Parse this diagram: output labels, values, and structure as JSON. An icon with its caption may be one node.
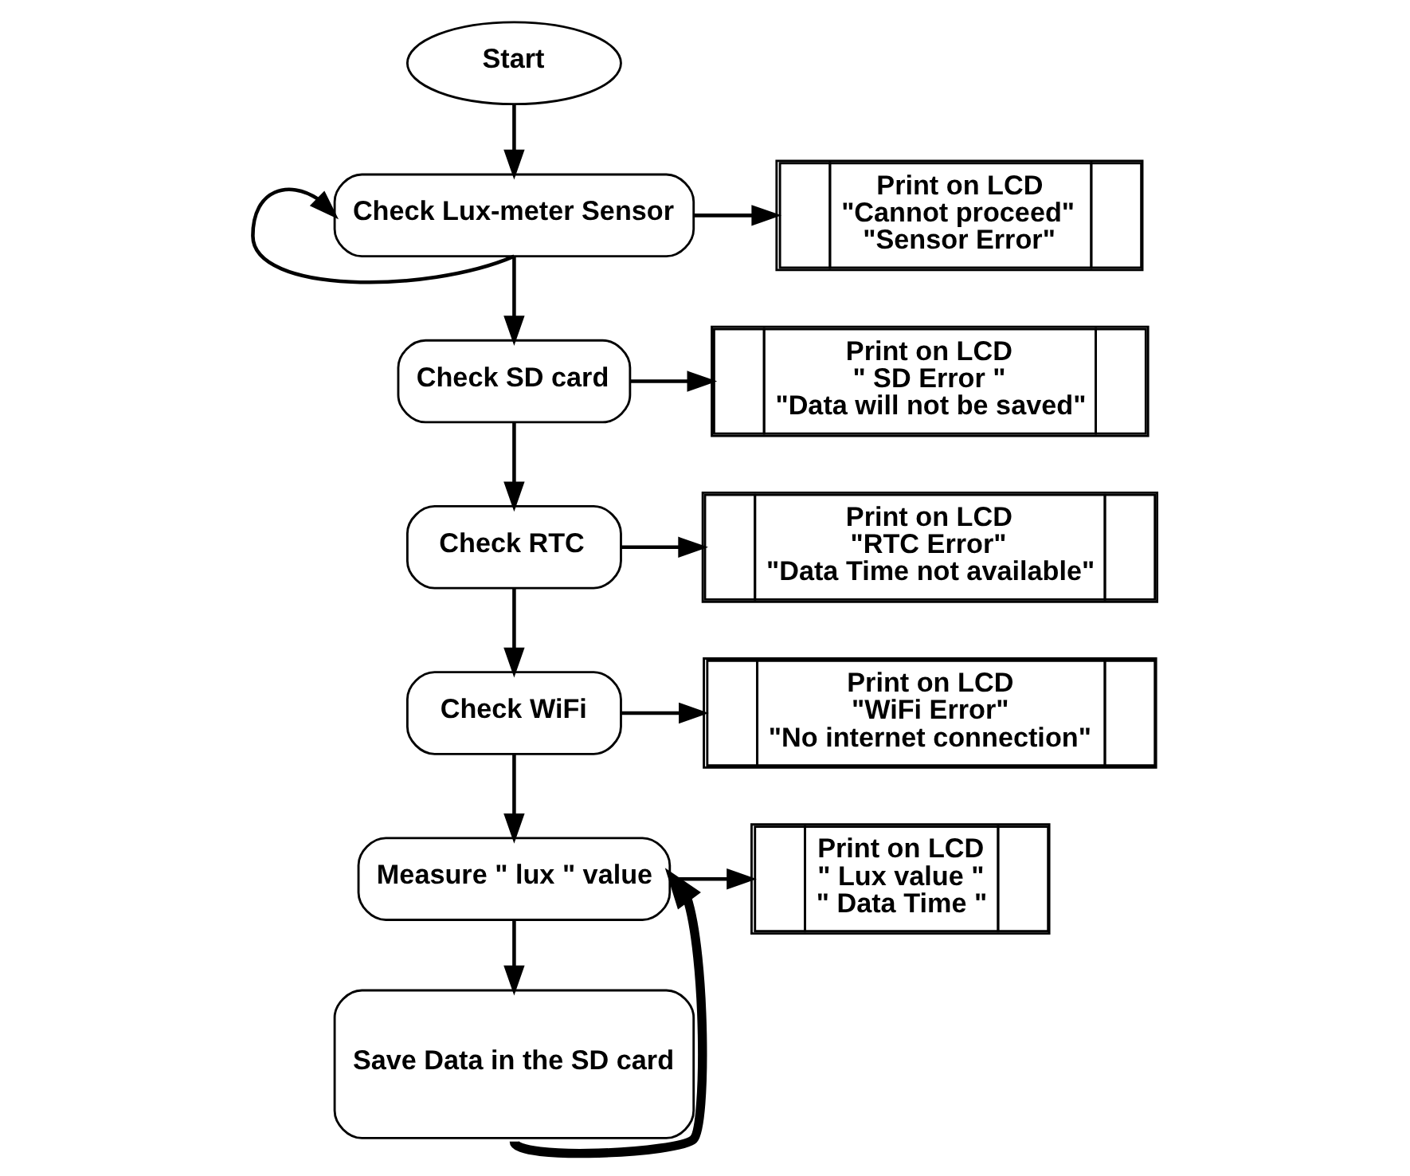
{
  "diagram": {
    "nodes": [
      {
        "text": [
          "Start"
        ]
      },
      {
        "text": [
          "Check Lux-meter Sensor"
        ]
      },
      {
        "text": [
          "Print on LCD",
          "\"Cannot proceed\"",
          "\"Sensor Error\""
        ]
      },
      {
        "text": [
          "Check SD card"
        ]
      },
      {
        "text": [
          "Print on LCD",
          "\" SD Error \"",
          "\"Data will not be saved\""
        ]
      },
      {
        "text": [
          "Check RTC"
        ]
      },
      {
        "text": [
          "Print on LCD",
          "\"RTC Error\"",
          "\"Data Time not available\""
        ]
      },
      {
        "text": [
          "Check WiFi"
        ]
      },
      {
        "text": [
          "Print on LCD",
          "\"WiFi Error\"",
          "\"No internet connection\""
        ]
      },
      {
        "text": [
          "Measure \" lux \" value"
        ]
      },
      {
        "text": [
          "Print on LCD",
          "\" Lux value \"",
          "\" Data Time \""
        ]
      },
      {
        "text": [
          "Save Data in the SD card"
        ]
      }
    ],
    "edges": [
      {
        "from": 0,
        "to": 1,
        "arrow": "to"
      },
      {
        "from": 1,
        "to": 2,
        "arrow": "to"
      },
      {
        "from": 1,
        "to": 1,
        "arrow": "to"
      },
      {
        "from": 1,
        "to": 3,
        "arrow": "to"
      },
      {
        "from": 3,
        "to": 4,
        "arrow": "to"
      },
      {
        "from": 3,
        "to": 5,
        "arrow": "to"
      },
      {
        "from": 5,
        "to": 6,
        "arrow": "to"
      },
      {
        "from": 5,
        "to": 7,
        "arrow": "to"
      },
      {
        "from": 7,
        "to": 8,
        "arrow": "to"
      },
      {
        "from": 7,
        "to": 9,
        "arrow": "to"
      },
      {
        "from": 9,
        "to": 10,
        "arrow": "to"
      },
      {
        "from": 9,
        "to": 11,
        "arrow": "to"
      },
      {
        "from": 11,
        "to": 9,
        "arrow": "to",
        "style": "thick"
      }
    ]
  }
}
